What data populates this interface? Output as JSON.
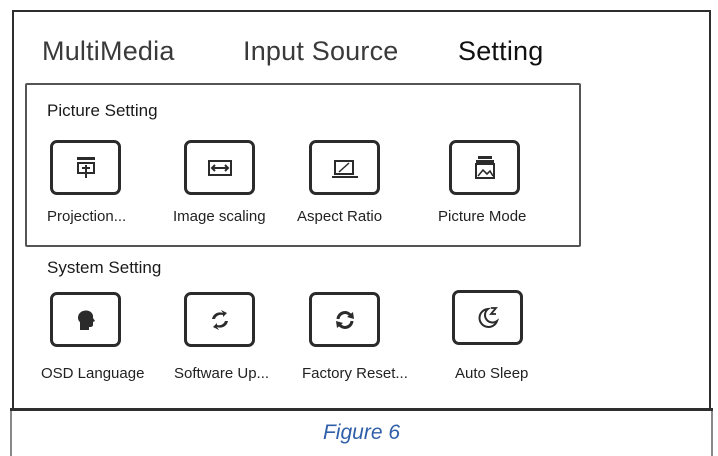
{
  "tabs": [
    {
      "label": "MultiMedia",
      "active": false
    },
    {
      "label": "Input Source",
      "active": false
    },
    {
      "label": "Setting",
      "active": true
    }
  ],
  "picture_setting": {
    "title": "Picture Setting",
    "items": [
      {
        "label": "Projection...",
        "icon": "projection-icon"
      },
      {
        "label": "Image scaling",
        "icon": "image-scaling-icon"
      },
      {
        "label": "Aspect Ratio",
        "icon": "aspect-ratio-icon"
      },
      {
        "label": "Picture Mode",
        "icon": "picture-mode-icon"
      }
    ]
  },
  "system_setting": {
    "title": "System Setting",
    "items": [
      {
        "label": "OSD Language",
        "icon": "osd-language-icon"
      },
      {
        "label": "Software Up...",
        "icon": "software-update-icon"
      },
      {
        "label": "Factory Reset...",
        "icon": "factory-reset-icon"
      },
      {
        "label": "Auto Sleep",
        "icon": "auto-sleep-icon"
      }
    ]
  },
  "caption": "Figure 6",
  "colors": {
    "caption": "#2f5fa8",
    "border": "#2e2e2e"
  }
}
